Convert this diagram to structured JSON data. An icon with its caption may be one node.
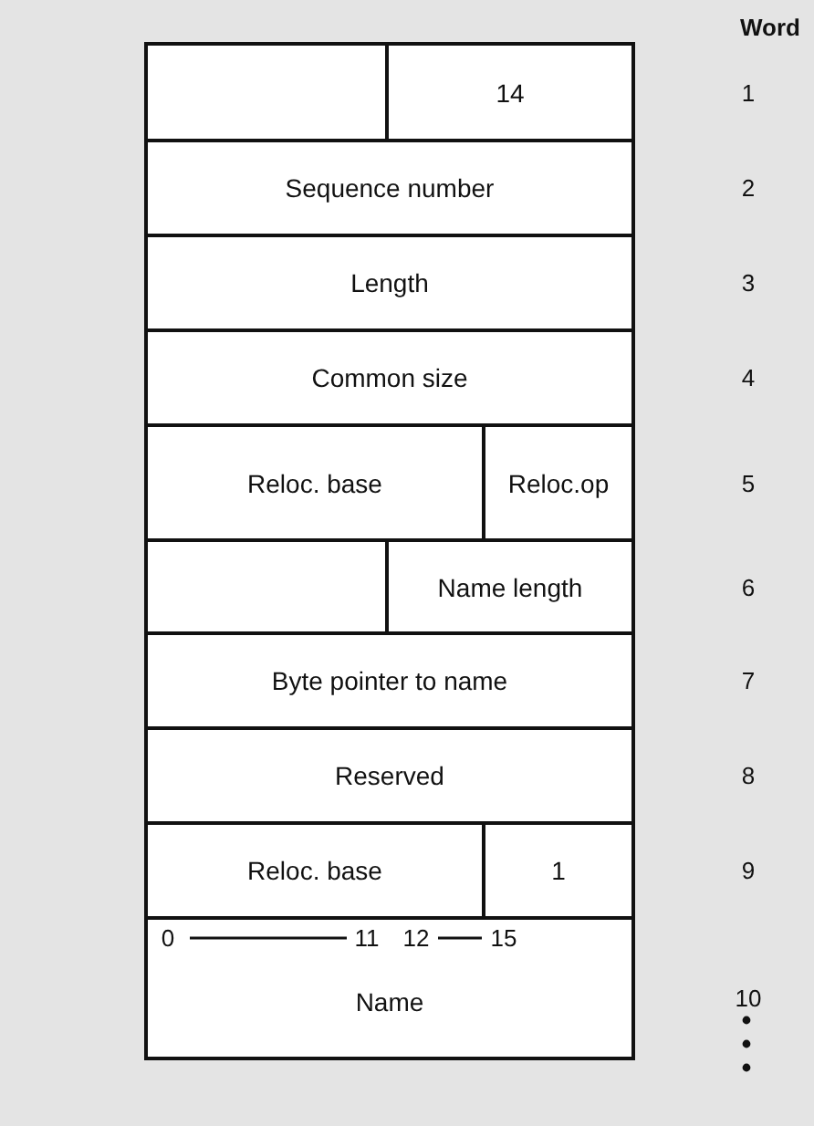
{
  "diagram": {
    "nodes": [
      {
        "text": [],
        "shape": "box"
      },
      {
        "text": [
          "14"
        ]
      },
      {
        "text": [
          "Sequence number"
        ]
      },
      {
        "text": [
          "Length"
        ]
      },
      {
        "text": [
          "Common size"
        ]
      },
      {
        "text": [
          "Reloc. base"
        ]
      },
      {
        "text": [
          "Reloc.op"
        ]
      },
      {
        "text": [],
        "shape": "box"
      },
      {
        "text": [
          "Name length"
        ]
      },
      {
        "text": [
          "Byte pointer to name"
        ]
      },
      {
        "text": [
          "Reserved"
        ]
      },
      {
        "text": [
          "Reloc. base"
        ]
      },
      {
        "text": [
          "1"
        ]
      },
      {
        "text": [
          "Name"
        ]
      }
    ],
    "labels": [
      "Word",
      "1",
      "2",
      "3",
      "4",
      "5",
      "6",
      "7",
      "8",
      "9",
      "0",
      "11",
      "12",
      "15",
      "10"
    ]
  }
}
